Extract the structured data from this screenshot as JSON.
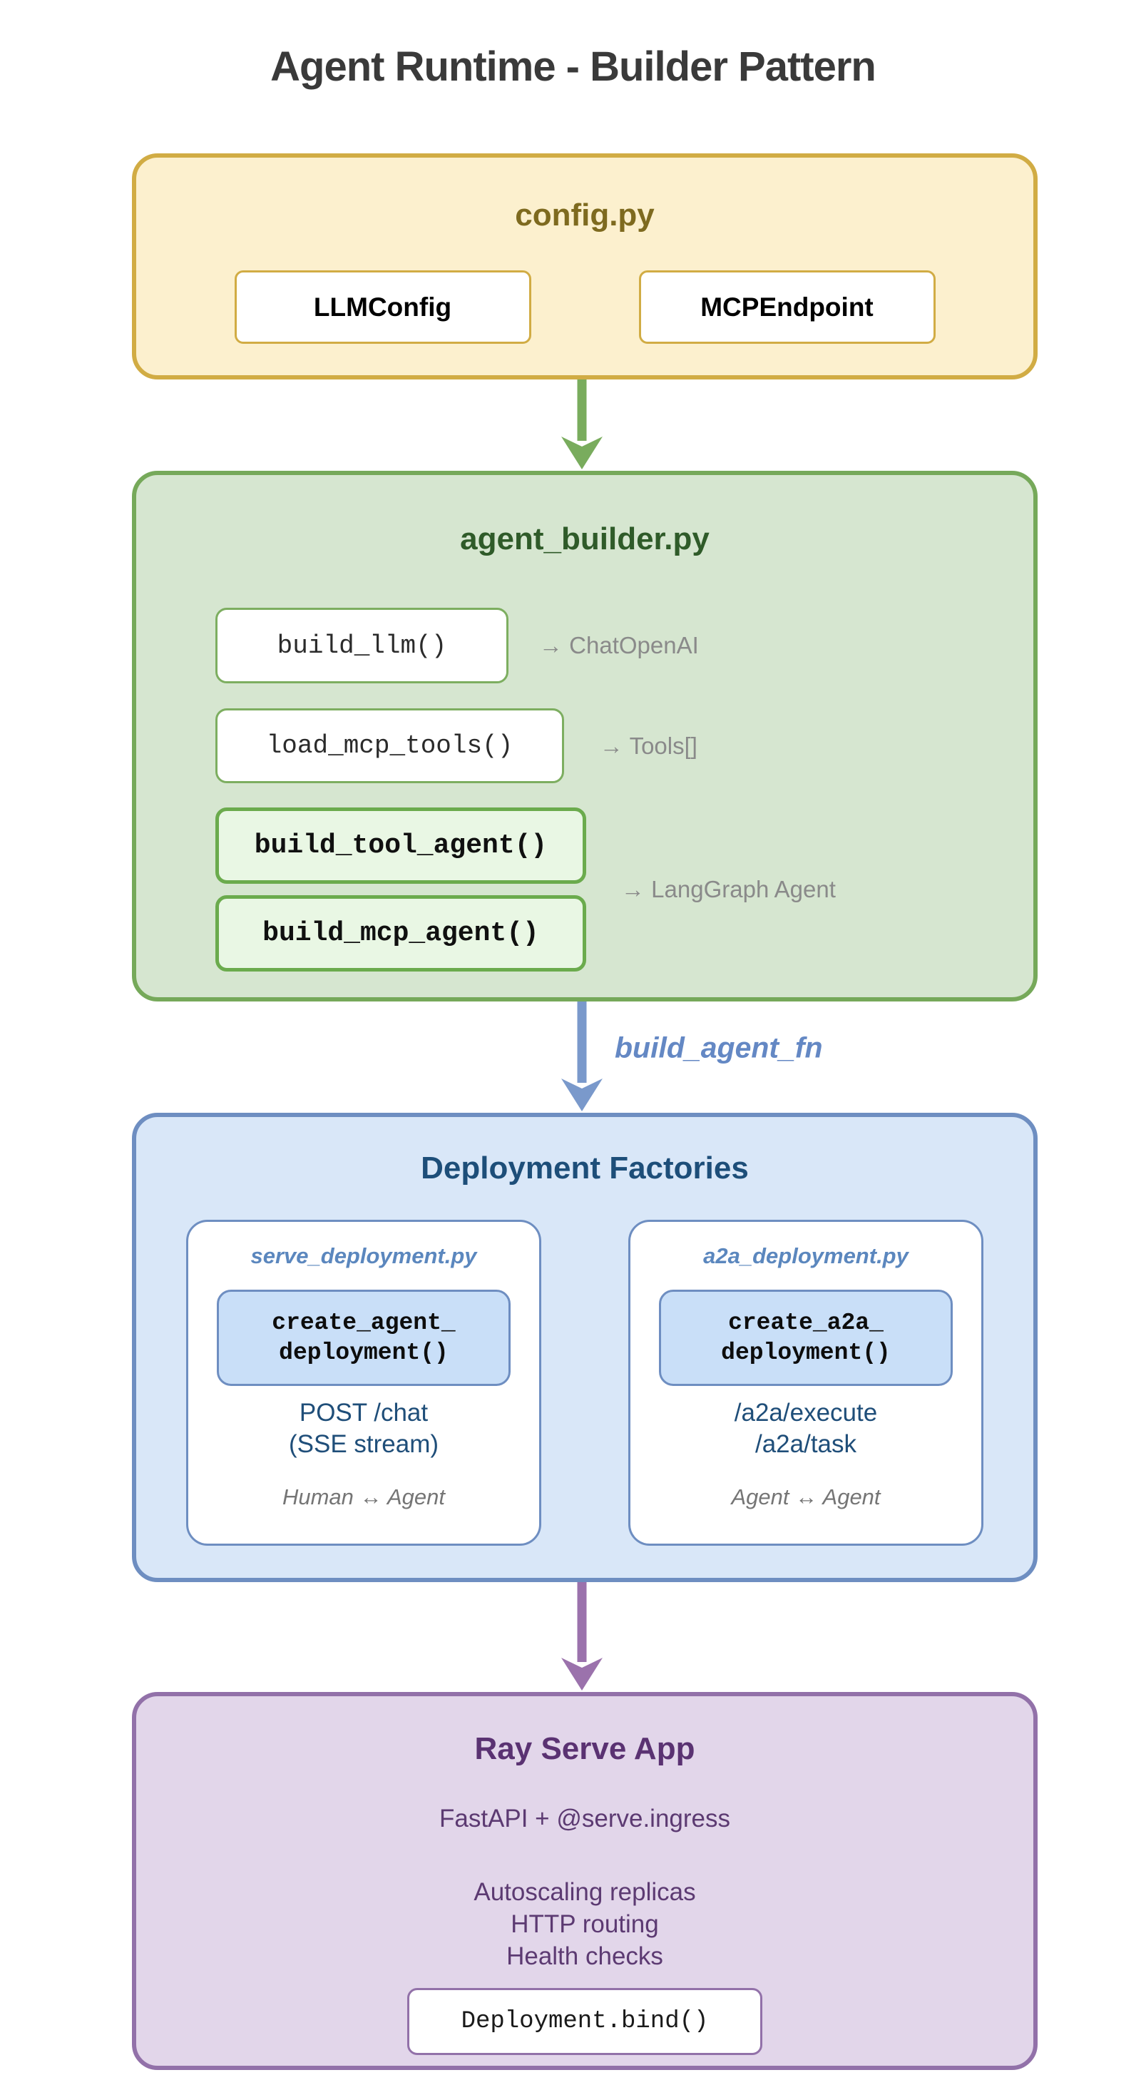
{
  "title": "Agent Runtime - Builder Pattern",
  "config_box": {
    "title": "config.py",
    "items": [
      {
        "label": "LLMConfig"
      },
      {
        "label": "MCPEndpoint"
      }
    ]
  },
  "builder_box": {
    "title": "agent_builder.py",
    "functions": [
      {
        "name": "build_llm()",
        "result": "→ ChatOpenAI"
      },
      {
        "name": "load_mcp_tools()",
        "result": "→ Tools[]"
      },
      {
        "name": "build_tool_agent()"
      },
      {
        "name": "build_mcp_agent()"
      }
    ],
    "agents_result": "→ LangGraph Agent"
  },
  "flow": {
    "builder_to_factories_label": "build_agent_fn"
  },
  "factories_box": {
    "title": "Deployment Factories",
    "cards": [
      {
        "file": "serve_deployment.py",
        "function_lines": [
          "create_agent_",
          "deployment()"
        ],
        "endpoints": [
          "POST /chat",
          "(SSE stream)"
        ],
        "interaction": "Human ↔ Agent"
      },
      {
        "file": "a2a_deployment.py",
        "function_lines": [
          "create_a2a_",
          "deployment()"
        ],
        "endpoints": [
          "/a2a/execute",
          "/a2a/task"
        ],
        "interaction": "Agent ↔ Agent"
      }
    ]
  },
  "ray_box": {
    "title": "Ray Serve App",
    "subtitle": "FastAPI + @serve.ingress",
    "features": [
      "Autoscaling replicas",
      "HTTP routing",
      "Health checks"
    ],
    "code": "Deployment.bind()"
  },
  "colors": {
    "title_color": "#3a3a3a",
    "config_fill": "#fcf0ce",
    "config_border": "#d1ac44",
    "config_title": "#7e6a1f",
    "builder_fill": "#d6e6d0",
    "builder_border": "#76a95a",
    "builder_title": "#2f5b29",
    "builder_box_border": "#7dae60",
    "builder_highlight_fill": "#e9f7e4",
    "builder_highlight_border": "#6bab4d",
    "factories_fill": "#d9e7f8",
    "factories_border": "#6e8ec1",
    "factories_title": "#1d4e79",
    "card_fn_fill": "#c9dff8",
    "file_label": "#5b87be",
    "endpoint_text": "#1f4e79",
    "ray_fill": "#e2d6ea",
    "ray_border": "#9271a9",
    "ray_title": "#5a3272",
    "ray_text": "#5c3a72",
    "arrow_green": "#79ac5d",
    "arrow_blue": "#7a99cb",
    "arrow_blue_label": "#6488c4",
    "arrow_purple": "#9b72ac",
    "annotation_gray": "#8a8a8a",
    "interaction_gray": "#757575",
    "mono_text": "#2b2b2b"
  }
}
